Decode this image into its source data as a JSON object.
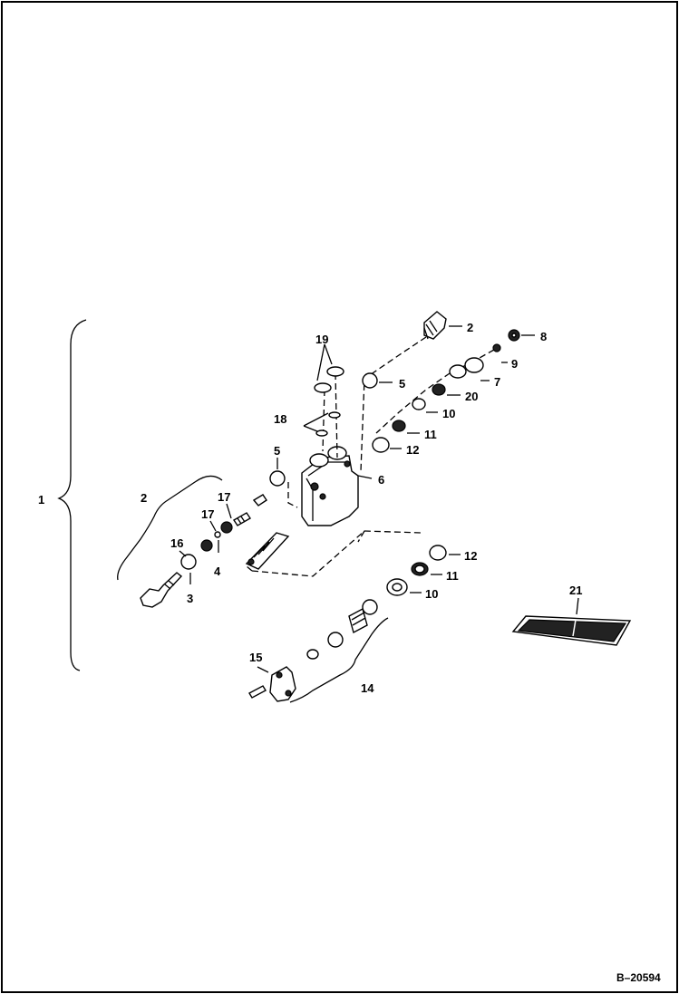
{
  "figure_number": "B–20594",
  "callouts": {
    "c1": "1",
    "c2a": "2",
    "c2b": "2",
    "c3": "3",
    "c4": "4",
    "c5a": "5",
    "c5b": "5",
    "c6": "6",
    "c7": "7",
    "c8": "8",
    "c9": "9",
    "c10a": "10",
    "c10b": "10",
    "c11a": "11",
    "c11b": "11",
    "c12a": "12",
    "c12b": "12",
    "c14": "14",
    "c15": "15",
    "c16": "16",
    "c17a": "17",
    "c17b": "17",
    "c18": "18",
    "c19": "19",
    "c20": "20",
    "c21": "21"
  }
}
